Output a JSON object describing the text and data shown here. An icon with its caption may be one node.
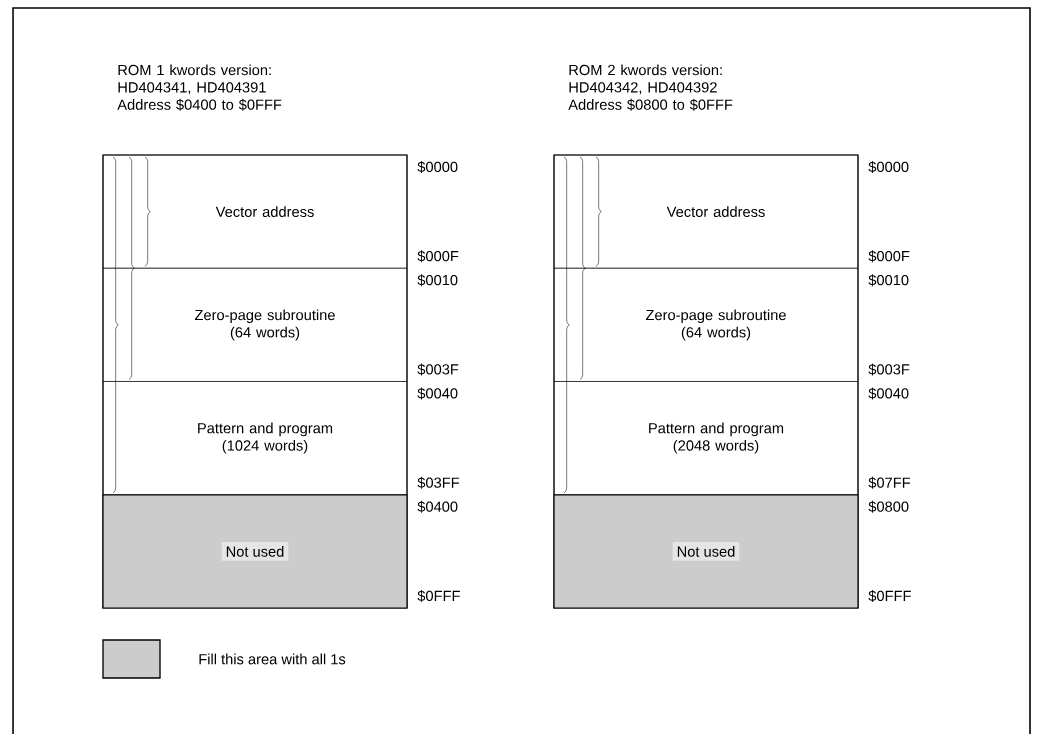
{
  "diagram": {
    "nodes": [
      {
        "text": [
          "ROM 1 kwords version: HD404341, HD404391 Address $0400 to $0FFF"
        ]
      },
      {
        "text": [
          "Vector address"
        ],
        "in": 0,
        "beside": [
          "$0000",
          "$000F"
        ]
      },
      {
        "text": [
          "Zero-page subroutine (64 words)"
        ],
        "in": 0,
        "beside": [
          "$0010",
          "$003F"
        ]
      },
      {
        "text": [
          "Pattern and program (1024 words)"
        ],
        "in": 0,
        "beside": [
          "$0040",
          "$03FF"
        ]
      },
      {
        "text": [
          "Not used"
        ],
        "in": 0,
        "beside": [
          "$0400",
          "$0FFF"
        ]
      },
      {
        "text": [
          "ROM 2 kwords version: HD404342, HD404392 Address $0800 to $0FFF"
        ]
      },
      {
        "text": [
          "Vector address"
        ],
        "in": 5,
        "beside": [
          "$0000",
          "$000F"
        ]
      },
      {
        "text": [
          "Zero-page subroutine (64 words)"
        ],
        "in": 5,
        "beside": [
          "$0010",
          "$003F"
        ]
      },
      {
        "text": [
          "Pattern and program (2048 words)"
        ],
        "in": 5,
        "beside": [
          "$0040",
          "$07FF"
        ]
      },
      {
        "text": [
          "Not used"
        ],
        "in": 5,
        "beside": [
          "$0800",
          "$0FFF"
        ]
      }
    ],
    "legend": [
      {
        "text": "Fill this area with all 1s"
      }
    ]
  }
}
